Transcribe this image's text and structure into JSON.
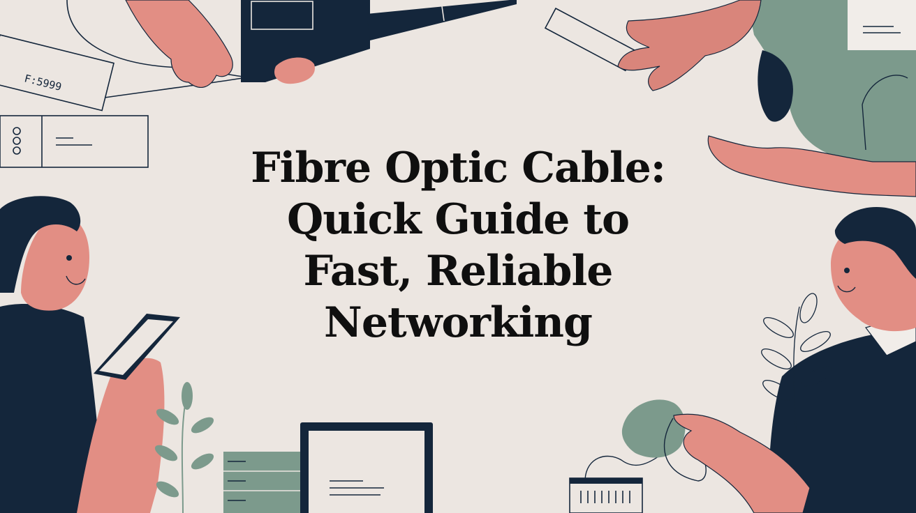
{
  "title_lines": [
    "Fibre Optic Cable:",
    "Quick Guide to",
    "Fast, Reliable",
    "Networking"
  ],
  "card_label": "F:5999",
  "colors": {
    "background": "#ece6e1",
    "navy": "#14263b",
    "skin": "#e28e84",
    "sage": "#7c9a8c",
    "ink": "#0f0f0f"
  }
}
